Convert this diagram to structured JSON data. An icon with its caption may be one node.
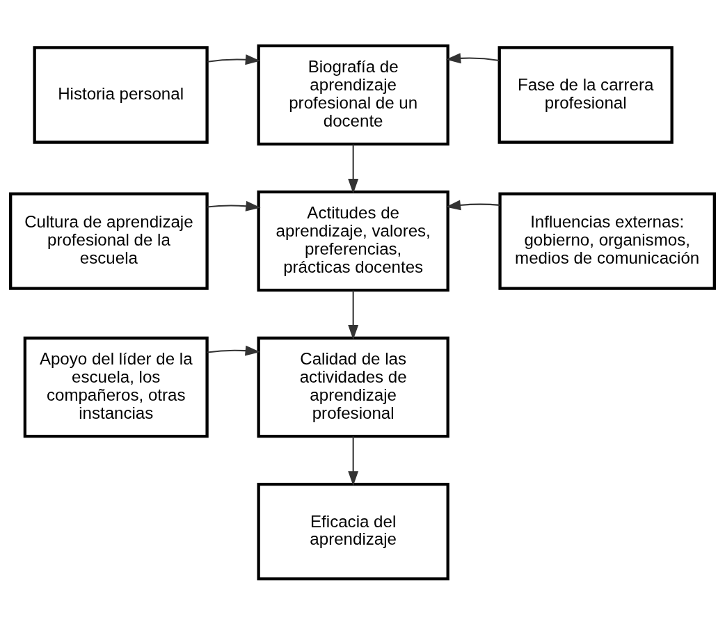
{
  "diagram": {
    "nodes": [
      {
        "text": [
          "Historia personal"
        ]
      },
      {
        "text": [
          "Biografía de aprendizaje profesional de un docente"
        ]
      },
      {
        "text": [
          "Fase de la carrera profesional"
        ]
      },
      {
        "text": [
          "Cultura de aprendizaje profesional de la escuela"
        ]
      },
      {
        "text": [
          "Actitudes de aprendizaje, valores, preferencias, prácticas docentes"
        ]
      },
      {
        "text": [
          "Influencias externas: gobierno, organismos, medios de comunicación"
        ]
      },
      {
        "text": [
          "Apoyo del líder de la escuela, los compañeros, otras instancias"
        ]
      },
      {
        "text": [
          "Calidad de las actividades de aprendizaje profesional"
        ]
      },
      {
        "text": [
          "Eficacia del aprendizaje"
        ]
      }
    ],
    "edges": [
      {
        "from": 0,
        "to": 1,
        "arrow": "to"
      },
      {
        "from": 2,
        "to": 1,
        "arrow": "to"
      },
      {
        "from": 1,
        "to": 4,
        "arrow": "to"
      },
      {
        "from": 3,
        "to": 4,
        "arrow": "to"
      },
      {
        "from": 5,
        "to": 4,
        "arrow": "to"
      },
      {
        "from": 4,
        "to": 7,
        "arrow": "to"
      },
      {
        "from": 6,
        "to": 7,
        "arrow": "to"
      },
      {
        "from": 7,
        "to": 8,
        "arrow": "to"
      }
    ]
  }
}
